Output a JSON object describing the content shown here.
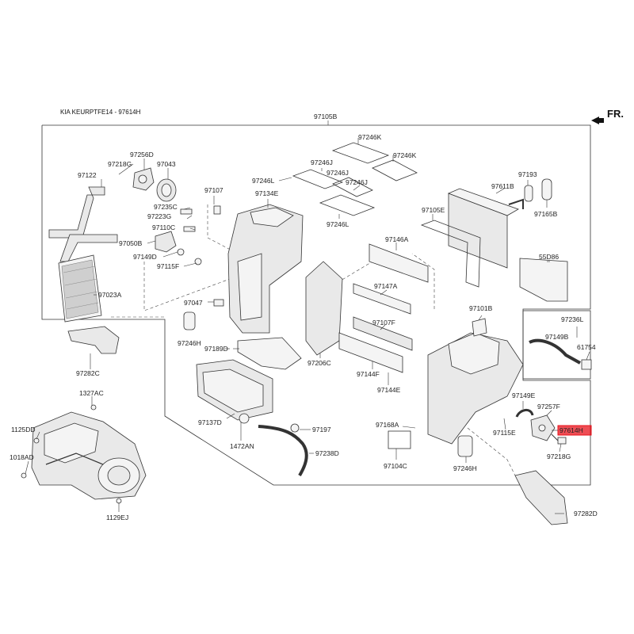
{
  "header": {
    "title": "KIA KEURPTFE14 - 97614H",
    "direction_label": "FR."
  },
  "highlight": {
    "part": "97614H",
    "color": "#e8121b"
  },
  "parts": {
    "p97105B": "97105B",
    "p97246K_1": "97246K",
    "p97246K_2": "97246K",
    "p97256D": "97256D",
    "p97218G_1": "97218G",
    "p97043": "97043",
    "p97122": "97122",
    "p97246J_1": "97246J",
    "p97246J_2": "97246J",
    "p97246J_3": "97246J",
    "p97246L_1": "97246L",
    "p97246L_2": "97246L",
    "p97107": "97107",
    "p97134E": "97134E",
    "p97235C": "97235C",
    "p97223G": "97223G",
    "p97110C": "97110C",
    "p97050B": "97050B",
    "p97149D": "97149D",
    "p97115F": "97115F",
    "p97023A": "97023A",
    "p97047": "97047",
    "p97246H_1": "97246H",
    "p97189D": "97189D",
    "p97206C": "97206C",
    "p97282C": "97282C",
    "p97193": "97193",
    "p97611B": "97611B",
    "p97165B": "97165B",
    "p97105E": "97105E",
    "p97146A": "97146A",
    "p55D86": "55D86",
    "p97147A": "97147A",
    "p97101B": "97101B",
    "p97107F": "97107F",
    "p97236L": "97236L",
    "p97149B": "97149B",
    "p61754": "61754",
    "p97144F": "97144F",
    "p97144E": "97144E",
    "p97149E": "97149E",
    "p97257F": "97257F",
    "p97614H": "97614H",
    "p97168A": "97168A",
    "p97115E": "97115E",
    "p97218G_2": "97218G",
    "p97104C": "97104C",
    "p97246H_2": "97246H",
    "p1327AC": "1327AC",
    "p1125DD": "1125DD",
    "p1018AD": "1018AD",
    "p1129EJ": "1129EJ",
    "p97137D": "97137D",
    "p1472AN": "1472AN",
    "p97197": "97197",
    "p97238D": "97238D",
    "p97282D": "97282D"
  }
}
